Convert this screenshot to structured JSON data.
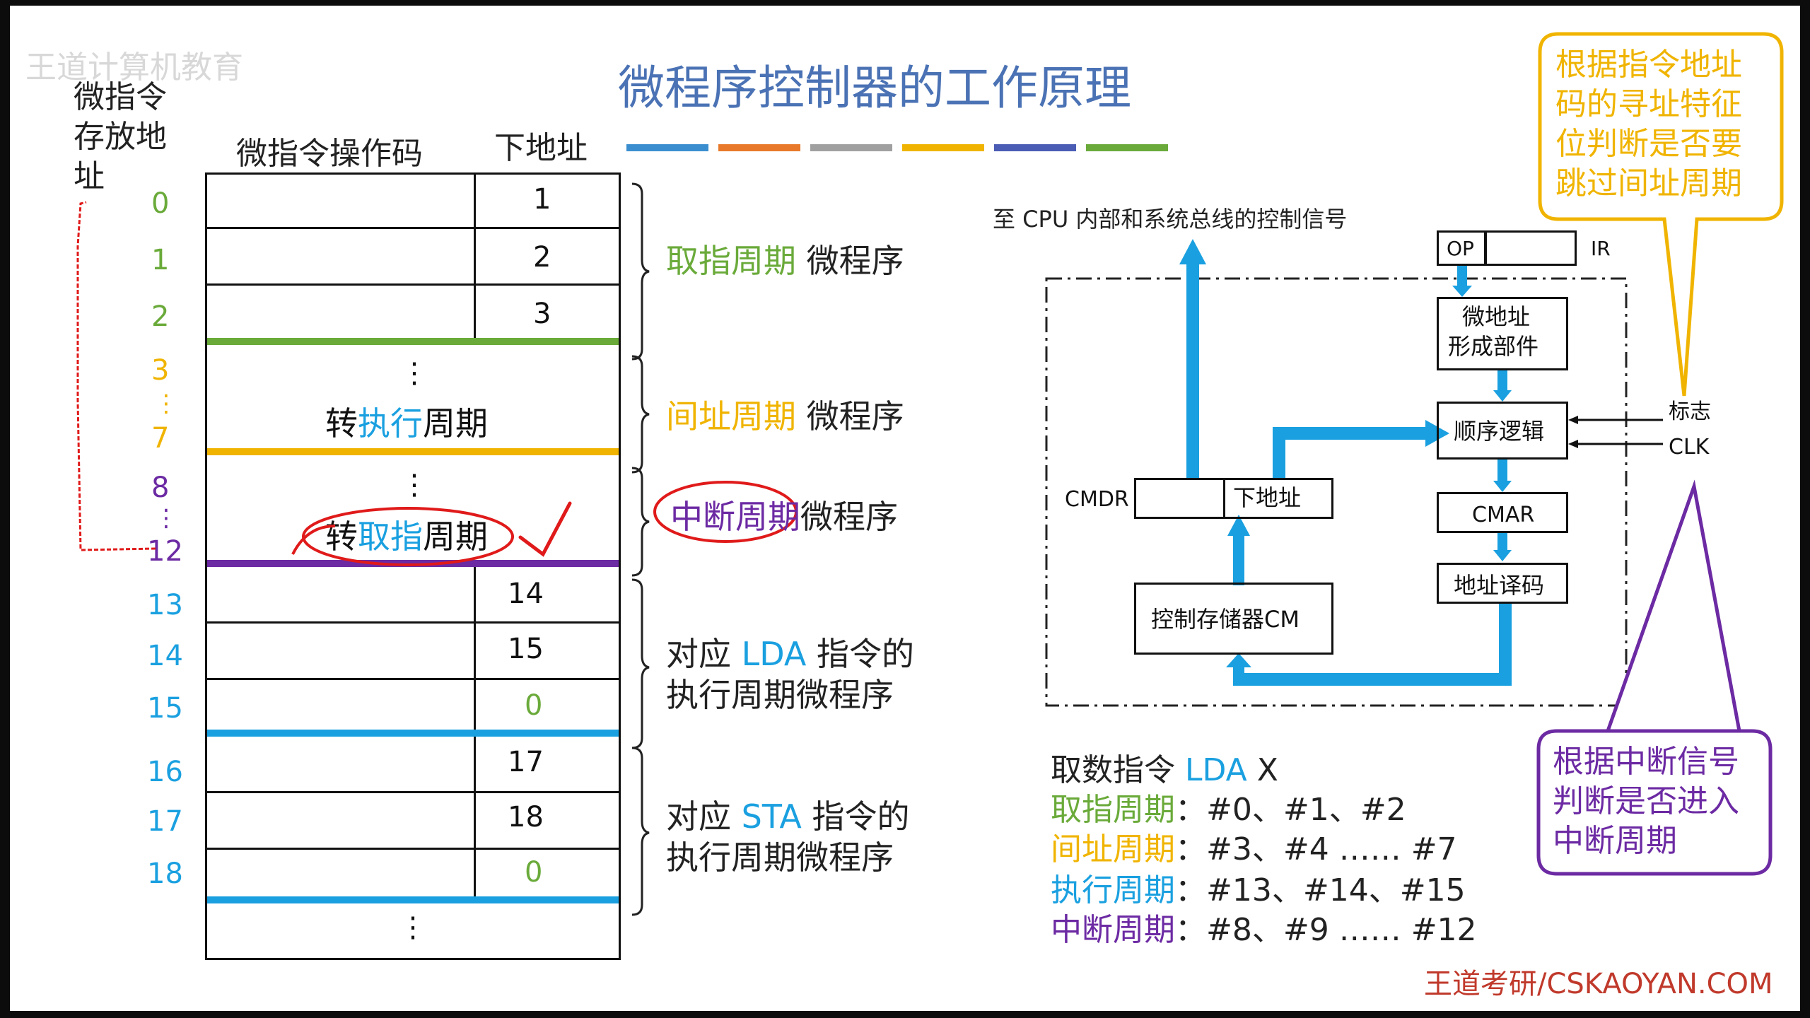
{
  "watermark": {
    "left": "王道计算机教育",
    "footer": "王道考研/CSKAOYAN.COM"
  },
  "title": "微程序控制器的工作原理",
  "colors": {
    "green": "#6aaa3a",
    "orange": "#f0b400",
    "purple": "#6c2aa3",
    "blue": "#1aa0e0",
    "red": "#e01a1a",
    "darkblue": "#4a72b4"
  },
  "table": {
    "addr_header": [
      "微指令",
      "存放地",
      "址"
    ],
    "op_header": "微指令操作码",
    "next_header": "下地址",
    "addresses": [
      "0",
      "1",
      "2",
      "3",
      "⋮",
      "7",
      "8",
      "⋮",
      "12",
      "13",
      "14",
      "15",
      "16",
      "17",
      "18"
    ],
    "next_values": [
      "1",
      "2",
      "3",
      "14",
      "15",
      "0",
      "17",
      "18",
      "0"
    ],
    "dots": "⋮",
    "goto_exec_prefix": "转",
    "goto_exec_colored": "执行",
    "goto_exec_suffix": "周期",
    "goto_fetch_prefix": "转",
    "goto_fetch_colored": "取指",
    "goto_fetch_suffix": "周期"
  },
  "groups": {
    "fetch": {
      "colored": "取指周期",
      "rest": " 微程序"
    },
    "indirect": {
      "colored": "间址周期",
      "rest": " 微程序"
    },
    "interrupt": {
      "colored": "中断周期",
      "rest": "微程序"
    },
    "lda": {
      "line1_a": "对应 ",
      "line1_b": "LDA",
      "line1_c": " 指令的",
      "line2": "执行周期微程序"
    },
    "sta": {
      "line1_a": "对应 ",
      "line1_b": "STA",
      "line1_c": " 指令的",
      "line2": "执行周期微程序"
    }
  },
  "diagram": {
    "cpu_signal": "至 CPU 内部和系统总线的控制信号",
    "op": "OP",
    "ir": "IR",
    "micro_addr_line1": "微地址",
    "micro_addr_line2": "形成部件",
    "seq_logic": "顺序逻辑",
    "flag": "标志",
    "clk": "CLK",
    "cmdr": "CMDR",
    "next_addr": "下地址",
    "cmar": "CMAR",
    "addr_decode": "地址译码",
    "cm": "控制存储器CM"
  },
  "summary": {
    "line1_a": "取数指令 ",
    "line1_b": "LDA",
    "line1_c": " X",
    "fetch_label": "取指周期",
    "fetch_value": "：#0、#1、#2",
    "indirect_label": "间址周期",
    "indirect_value": "：#3、#4 …… #7",
    "exec_label": "执行周期",
    "exec_value": "：#13、#14、#15",
    "intr_label": "中断周期",
    "intr_value": "：#8、#9 …… #12"
  },
  "callouts": {
    "yellow": [
      "根据指令地址",
      "码的寻址特征",
      "位判断是否要",
      "跳过间址周期"
    ],
    "purple": [
      "根据中断信号",
      "判断是否进入",
      "中断周期"
    ]
  }
}
